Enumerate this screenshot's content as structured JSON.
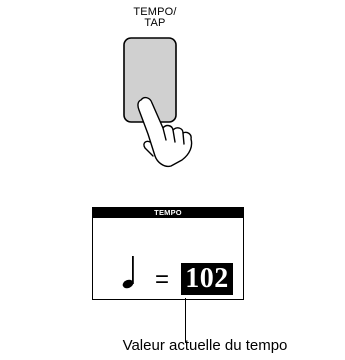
{
  "button": {
    "label_line1": "TEMPO/",
    "label_line2": "TAP"
  },
  "display": {
    "header": "TEMPO",
    "note_symbol": "quarter-note-icon",
    "equals": "=",
    "tempo_value": "102"
  },
  "callout": {
    "caption": "Valeur actuelle du tempo"
  }
}
